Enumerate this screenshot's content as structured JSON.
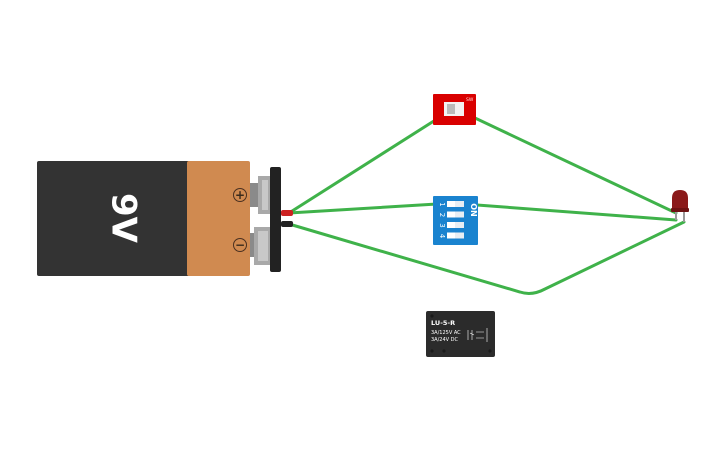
{
  "battery": {
    "voltage_label": "9V",
    "plus_label": "+",
    "minus_label": "−",
    "body_color": "#333333",
    "cap_color": "#d08a50"
  },
  "slide_switch": {
    "color": "#d90000",
    "mark": "SW"
  },
  "dip_switch": {
    "color": "#1a83cf",
    "on_label": "ON",
    "positions": [
      "1",
      "2",
      "3",
      "4"
    ]
  },
  "relay": {
    "model": "LU-5-R",
    "rating_ac": "3A/125V AC",
    "rating_dc": "3A/24V DC",
    "color": "#2b2b2b"
  },
  "led": {
    "color": "#8b1a1a"
  },
  "wires": {
    "color": "#3fb24a"
  }
}
